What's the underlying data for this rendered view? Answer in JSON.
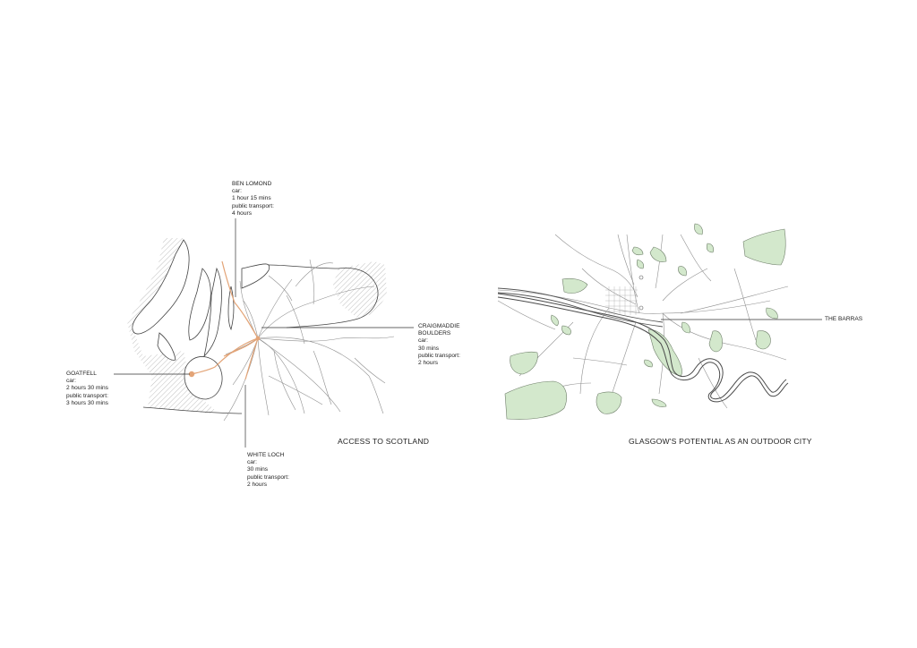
{
  "colors": {
    "road": "#8a8a8a",
    "route": "#e3a477",
    "green_space": "#d3e8cc",
    "green_edge": "#6f7f6a",
    "hatch": "#9c9c9c",
    "leader": "#333333"
  },
  "scotland_map": {
    "caption": "ACCESS TO SCOTLAND",
    "labels": {
      "ben_lomond": {
        "name": "BEN LOMOND",
        "car_label": "car:",
        "car_time": "1 hour 15 mins",
        "pt_label": "public transport:",
        "pt_time": "4 hours"
      },
      "craigmaddie": {
        "name_line1": "CRAIGMADDIE",
        "name_line2": "BOULDERS",
        "car_label": "car:",
        "car_time": "30 mins",
        "pt_label": "public transport:",
        "pt_time": "2 hours"
      },
      "goatfell": {
        "name": "GOATFELL",
        "car_label": "car:",
        "car_time": "2 hours 30 mins",
        "pt_label": "public transport:",
        "pt_time": "3 hours 30 mins"
      },
      "white_loch": {
        "name": "WHITE LOCH",
        "car_label": "car:",
        "car_time": "30 mins",
        "pt_label": "public transport:",
        "pt_time": "2 hours"
      }
    }
  },
  "glasgow_map": {
    "caption": "GLASGOW'S POTENTIAL AS AN OUTDOOR CITY",
    "labels": {
      "barras": "THE BARRAS"
    }
  }
}
